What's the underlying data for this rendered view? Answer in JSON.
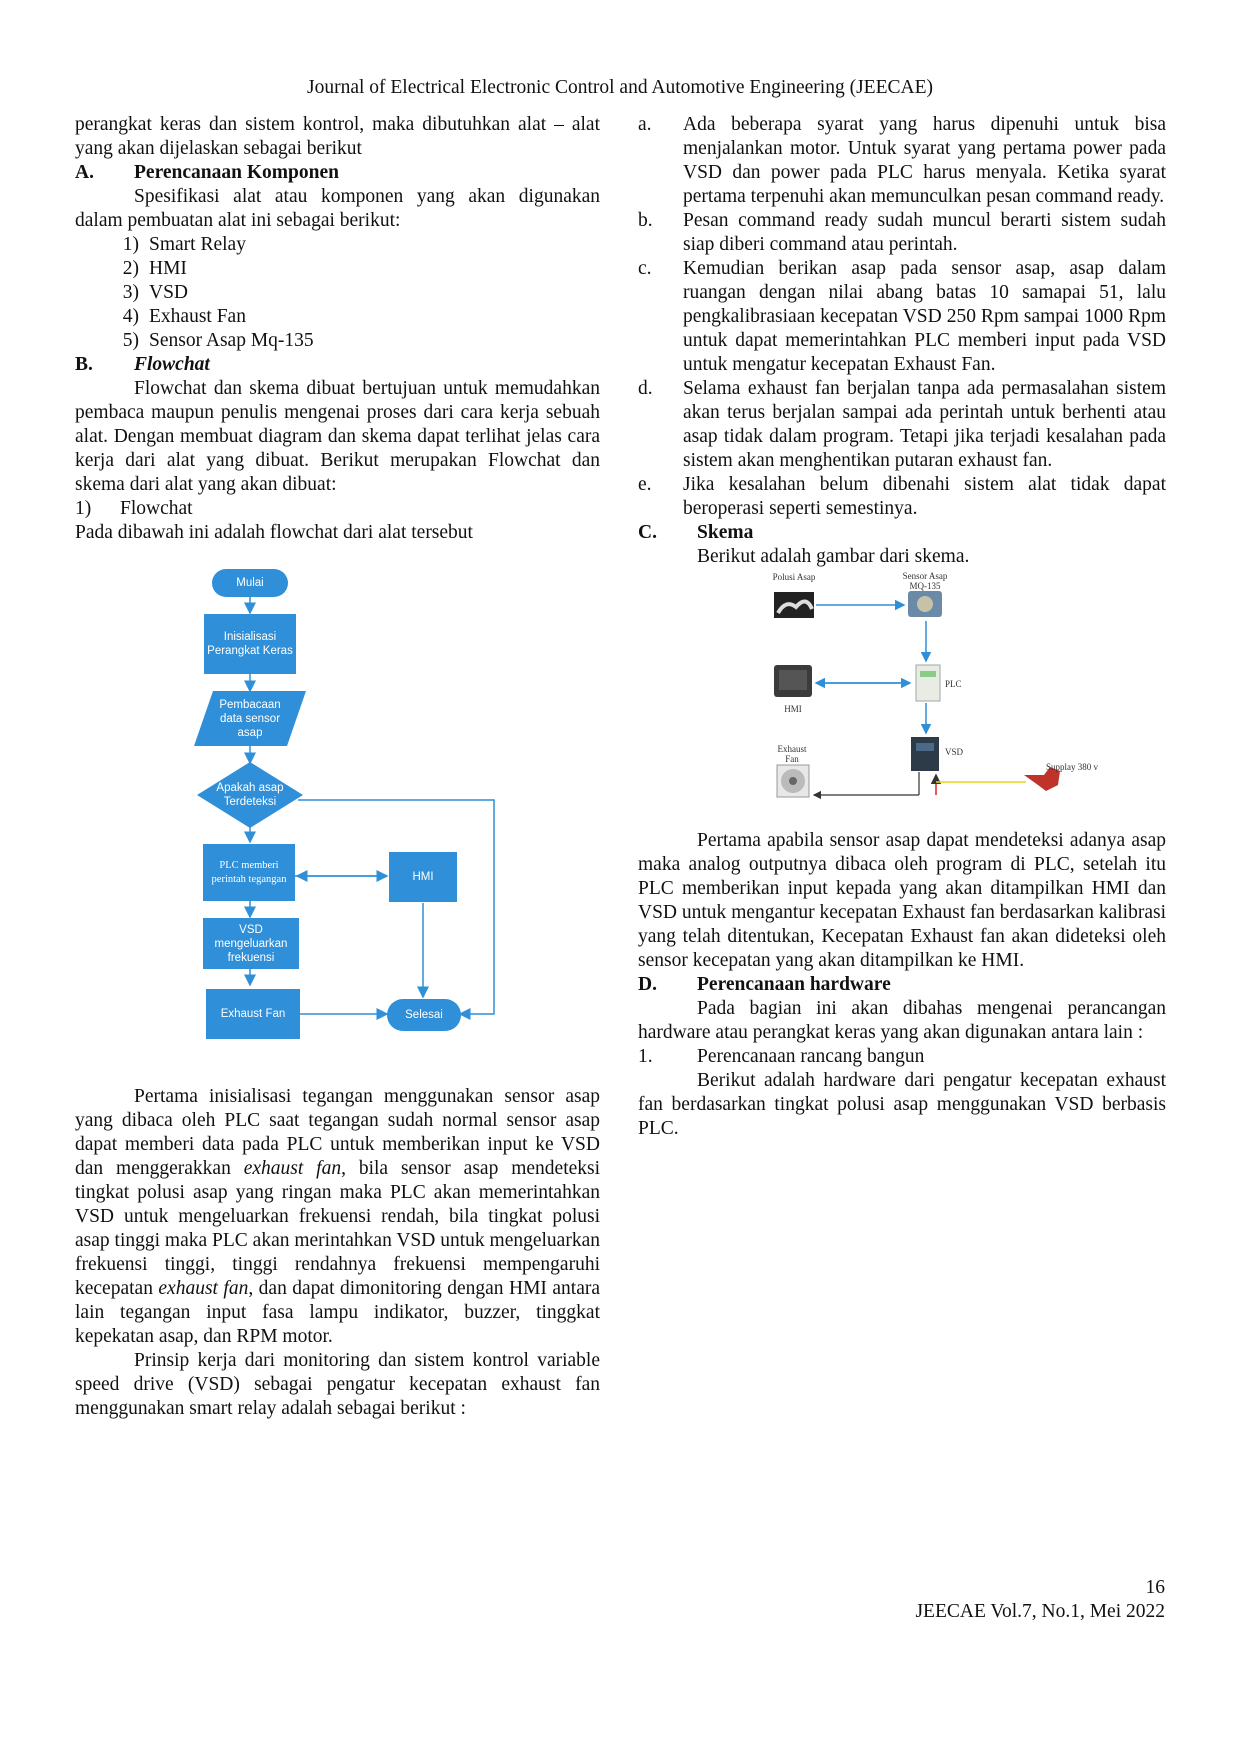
{
  "header": "Journal of Electrical Electronic Control and Automotive Engineering (JEECAE)",
  "left": {
    "p_intro": "perangkat keras dan sistem kontrol, maka dibutuhkan alat – alat yang akan dijelaskan sebagai berikut",
    "sec_a_num": "A.",
    "sec_a_title": "Perencanaan Komponen",
    "p_spesifikasi": "Spesifikasi alat atau komponen yang akan digunakan dalam pembuatan alat ini sebagai berikut:",
    "komponen": [
      {
        "n": "1)",
        "t": "Smart Relay"
      },
      {
        "n": "2)",
        "t": "HMI"
      },
      {
        "n": "3)",
        "t": "VSD"
      },
      {
        "n": "4)",
        "t": "Exhaust Fan"
      },
      {
        "n": "5)",
        "t": "Sensor Asap Mq-135"
      }
    ],
    "sec_b_num": "B.",
    "sec_b_title": "Flowchat",
    "p_flowchat": "Flowchat dan skema dibuat bertujuan untuk memudahkan pembaca maupun penulis mengenai proses dari cara kerja sebuah alat. Dengan membuat diagram dan skema dapat terlihat jelas cara kerja dari alat yang dibuat. Berikut merupakan Flowchat dan skema dari alat yang akan dibuat:",
    "sub1_num": "1)",
    "sub1_title": "Flowchat",
    "p_flow_intro": "Pada dibawah ini adalah flowchat dari alat tersebut",
    "p_pertama_1": "Pertama inisialisasi tegangan menggunakan sensor asap yang dibaca oleh PLC saat tegangan sudah normal sensor asap dapat memberi data pada PLC untuk memberikan input ke VSD dan menggerakkan",
    "p_pertama_em1": "exhaust fan",
    "p_pertama_2": ", bila sensor asap mendeteksi tingkat polusi asap yang ringan maka PLC akan memerintahkan VSD untuk mengeluarkan frekuensi rendah, bila tingkat polusi asap tinggi maka PLC akan merintahkan VSD untuk mengeluarkan frekuensi tinggi, tinggi rendahnya frekuensi mempengaruhi kecepatan",
    "p_pertama_em2": "exhaust fan",
    "p_pertama_3": ", dan dapat dimonitoring dengan HMI antara lain tegangan input fasa lampu indikator, buzzer, tinggkat kepekatan asap, dan RPM motor.",
    "p_prinsip": "Prinsip kerja dari monitoring dan sistem kontrol variable speed drive (VSD) sebagai pengatur kecepatan exhaust fan menggunakan smart relay adalah sebagai berikut :"
  },
  "flowchart": {
    "mulai": "Mulai",
    "inisialisasi": "Inisialisasi Perangkat Keras",
    "pembacaan": "Pembacaan data sensor asap",
    "apakah": "Apakah asap Terdeteksi",
    "plc": "PLC memberi perintah tegangan",
    "hmi": "HMI",
    "vsd": "VSD mengeluarkan frekuensi",
    "exhaust": "Exhaust Fan",
    "selesai": "Selesai",
    "color_node": "#2F8FD8"
  },
  "right": {
    "steps": [
      {
        "n": "a.",
        "t": "Ada beberapa syarat yang harus dipenuhi untuk bisa menjalankan motor. Untuk syarat yang pertama power pada VSD dan power pada PLC harus menyala. Ketika syarat pertama terpenuhi akan memunculkan pesan command ready."
      },
      {
        "n": "b.",
        "t": "Pesan command ready sudah muncul berarti sistem sudah siap diberi command atau perintah."
      },
      {
        "n": "c.",
        "t": "Kemudian berikan asap pada sensor asap, asap dalam ruangan dengan nilai abang batas 10 samapai 51, lalu pengkalibrasiaan kecepatan VSD 250 Rpm sampai 1000 Rpm untuk dapat memerintahkan PLC memberi input pada VSD untuk mengatur kecepatan Exhaust Fan."
      },
      {
        "n": "d.",
        "t": "Selama exhaust fan berjalan tanpa ada permasalahan sistem akan terus berjalan sampai ada perintah untuk berhenti atau asap tidak dalam program. Tetapi jika terjadi kesalahan pada sistem akan menghentikan putaran exhaust fan."
      },
      {
        "n": "e.",
        "t": "Jika kesalahan belum dibenahi sistem alat tidak dapat beroperasi seperti semestinya."
      }
    ],
    "sec_c_num": "C.",
    "sec_c_title": "Skema",
    "p_skema": "Berikut adalah gambar dari skema.",
    "p_pertama_skema": "Pertama apabila sensor asap dapat mendeteksi adanya asap maka analog outputnya dibaca oleh program di PLC, setelah itu PLC memberikan input kepada yang akan ditampilkan HMI dan VSD untuk mengantur kecepatan Exhaust fan berdasarkan kalibrasi yang telah ditentukan, Kecepatan Exhaust fan akan dideteksi oleh sensor kecepatan yang akan ditampilkan ke HMI.",
    "sec_d_num": "D.",
    "sec_d_title": "Perencanaan hardware",
    "p_hardware": "Pada bagian ini akan dibahas mengenai perancangan hardware atau perangkat keras yang akan digunakan antara lain :",
    "sub_1_num": "1.",
    "sub_1_title": "Perencanaan rancang bangun",
    "p_rancang": "Berikut adalah hardware dari pengatur kecepatan exhaust fan berdasarkan tingkat polusi asap menggunakan VSD berbasis PLC."
  },
  "skema": {
    "polusi": "Polusi Asap",
    "sensor": "Sensor Asap MQ-135",
    "plc": "PLC",
    "hmi": "HMI",
    "vsd": "VSD",
    "exhaust": "Exhaust Fan",
    "supply": "Supplay 380 v"
  },
  "footer": {
    "page": "16",
    "journal": "JEECAE Vol.7, No.1, Mei 2022"
  }
}
